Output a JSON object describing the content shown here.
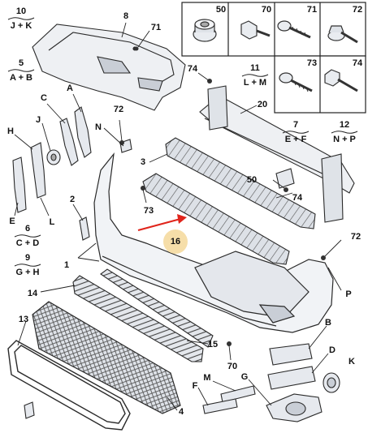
{
  "callouts": {
    "c8": "8",
    "c71a": "71",
    "cA": "A",
    "cC": "C",
    "cJ": "J",
    "cH": "H",
    "c72a": "72",
    "cN": "N",
    "c74a": "74",
    "c20": "20",
    "c3": "3",
    "c2": "2",
    "cE": "E",
    "cL": "L",
    "c73": "73",
    "c16": "16",
    "c50b": "50",
    "c74b": "74",
    "c72b": "72",
    "cP": "P",
    "c1": "1",
    "c14": "14",
    "c13": "13",
    "c15": "15",
    "c70b": "70",
    "cB": "B",
    "cD": "D",
    "cK": "K",
    "cM": "M",
    "cG": "G",
    "cF": "F",
    "c4": "4"
  },
  "references": {
    "r10": {
      "num": "10",
      "sub": "J + K"
    },
    "r5": {
      "num": "5",
      "sub": "A + B"
    },
    "r6": {
      "num": "6",
      "sub": "C + D"
    },
    "r9": {
      "num": "9",
      "sub": "G + H"
    },
    "r11": {
      "num": "11",
      "sub": "L + M"
    },
    "r7": {
      "num": "7",
      "sub": "E + F"
    },
    "r12": {
      "num": "12",
      "sub": "N + P"
    }
  },
  "fastener_table": {
    "cells": [
      "50",
      "70",
      "71",
      "72",
      "73",
      "74"
    ]
  },
  "colors": {
    "line": "#2a2a2a",
    "part_fill": "#eef0f3",
    "part_shade": "#c9ced6",
    "arrow": "#e0241b",
    "highlight": "#f5d89a"
  }
}
